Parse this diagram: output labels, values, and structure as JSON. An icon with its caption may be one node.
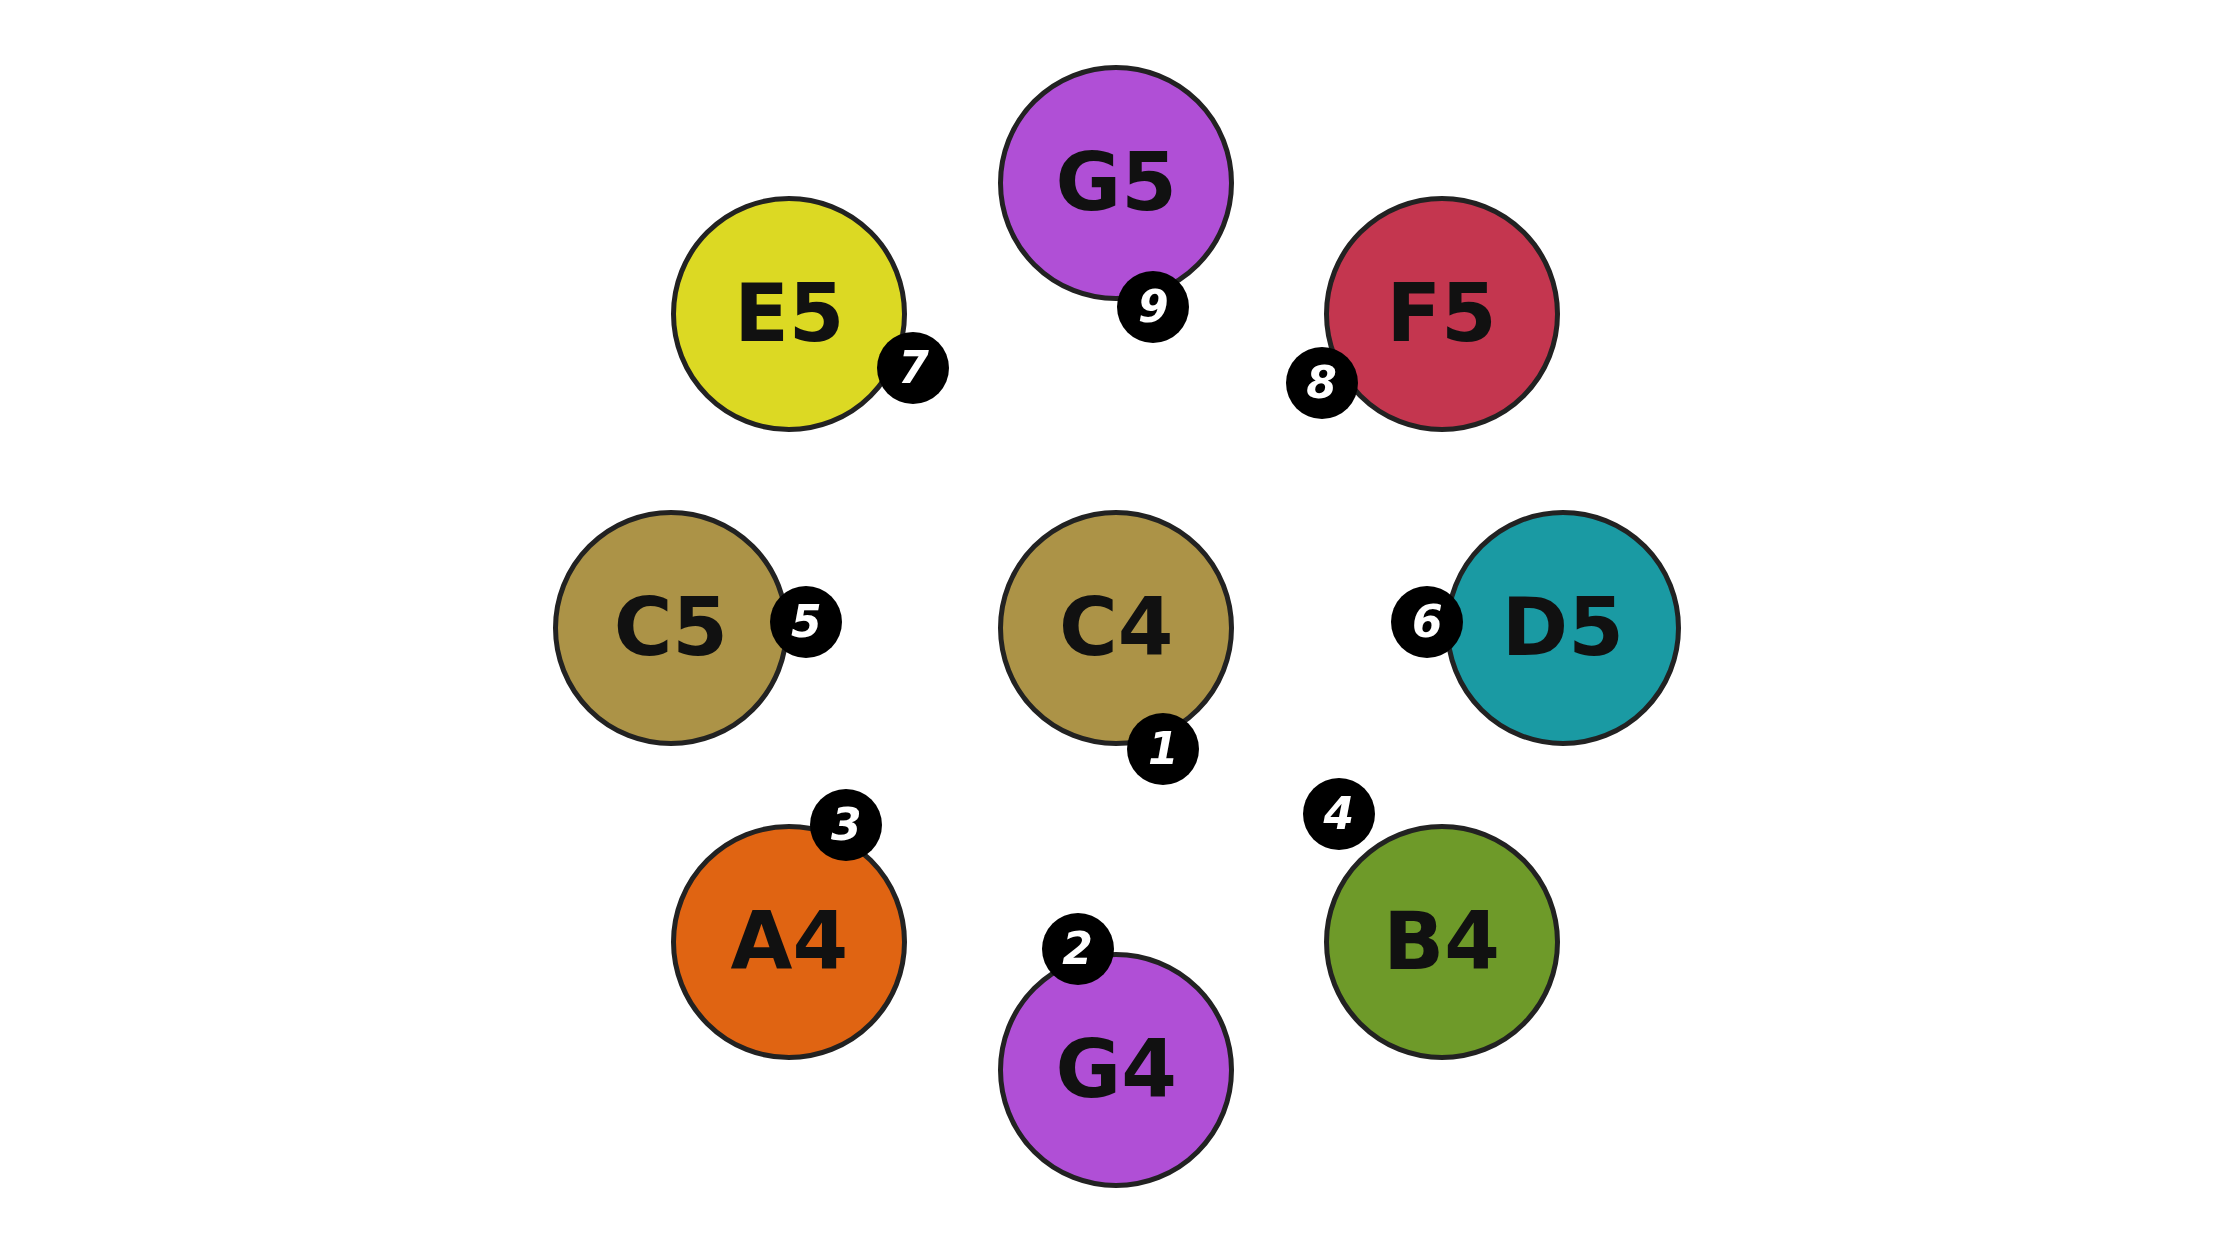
{
  "diagram": {
    "nodes": [
      {
        "text": [
          "G5"
        ],
        "beside": [
          "9"
        ]
      },
      {
        "text": [
          "E5"
        ],
        "beside": [
          "7"
        ]
      },
      {
        "text": [
          "F5"
        ],
        "beside": [
          "8"
        ]
      },
      {
        "text": [
          "C5"
        ],
        "beside": [
          "5"
        ]
      },
      {
        "text": [
          "C4"
        ],
        "beside": [
          "1"
        ]
      },
      {
        "text": [
          "D5"
        ],
        "beside": [
          "6"
        ]
      },
      {
        "text": [
          "A4"
        ],
        "beside": [
          "3"
        ]
      },
      {
        "text": [
          "B4"
        ],
        "beside": [
          "4"
        ]
      },
      {
        "text": [
          "G4"
        ],
        "beside": [
          "2"
        ]
      }
    ]
  }
}
